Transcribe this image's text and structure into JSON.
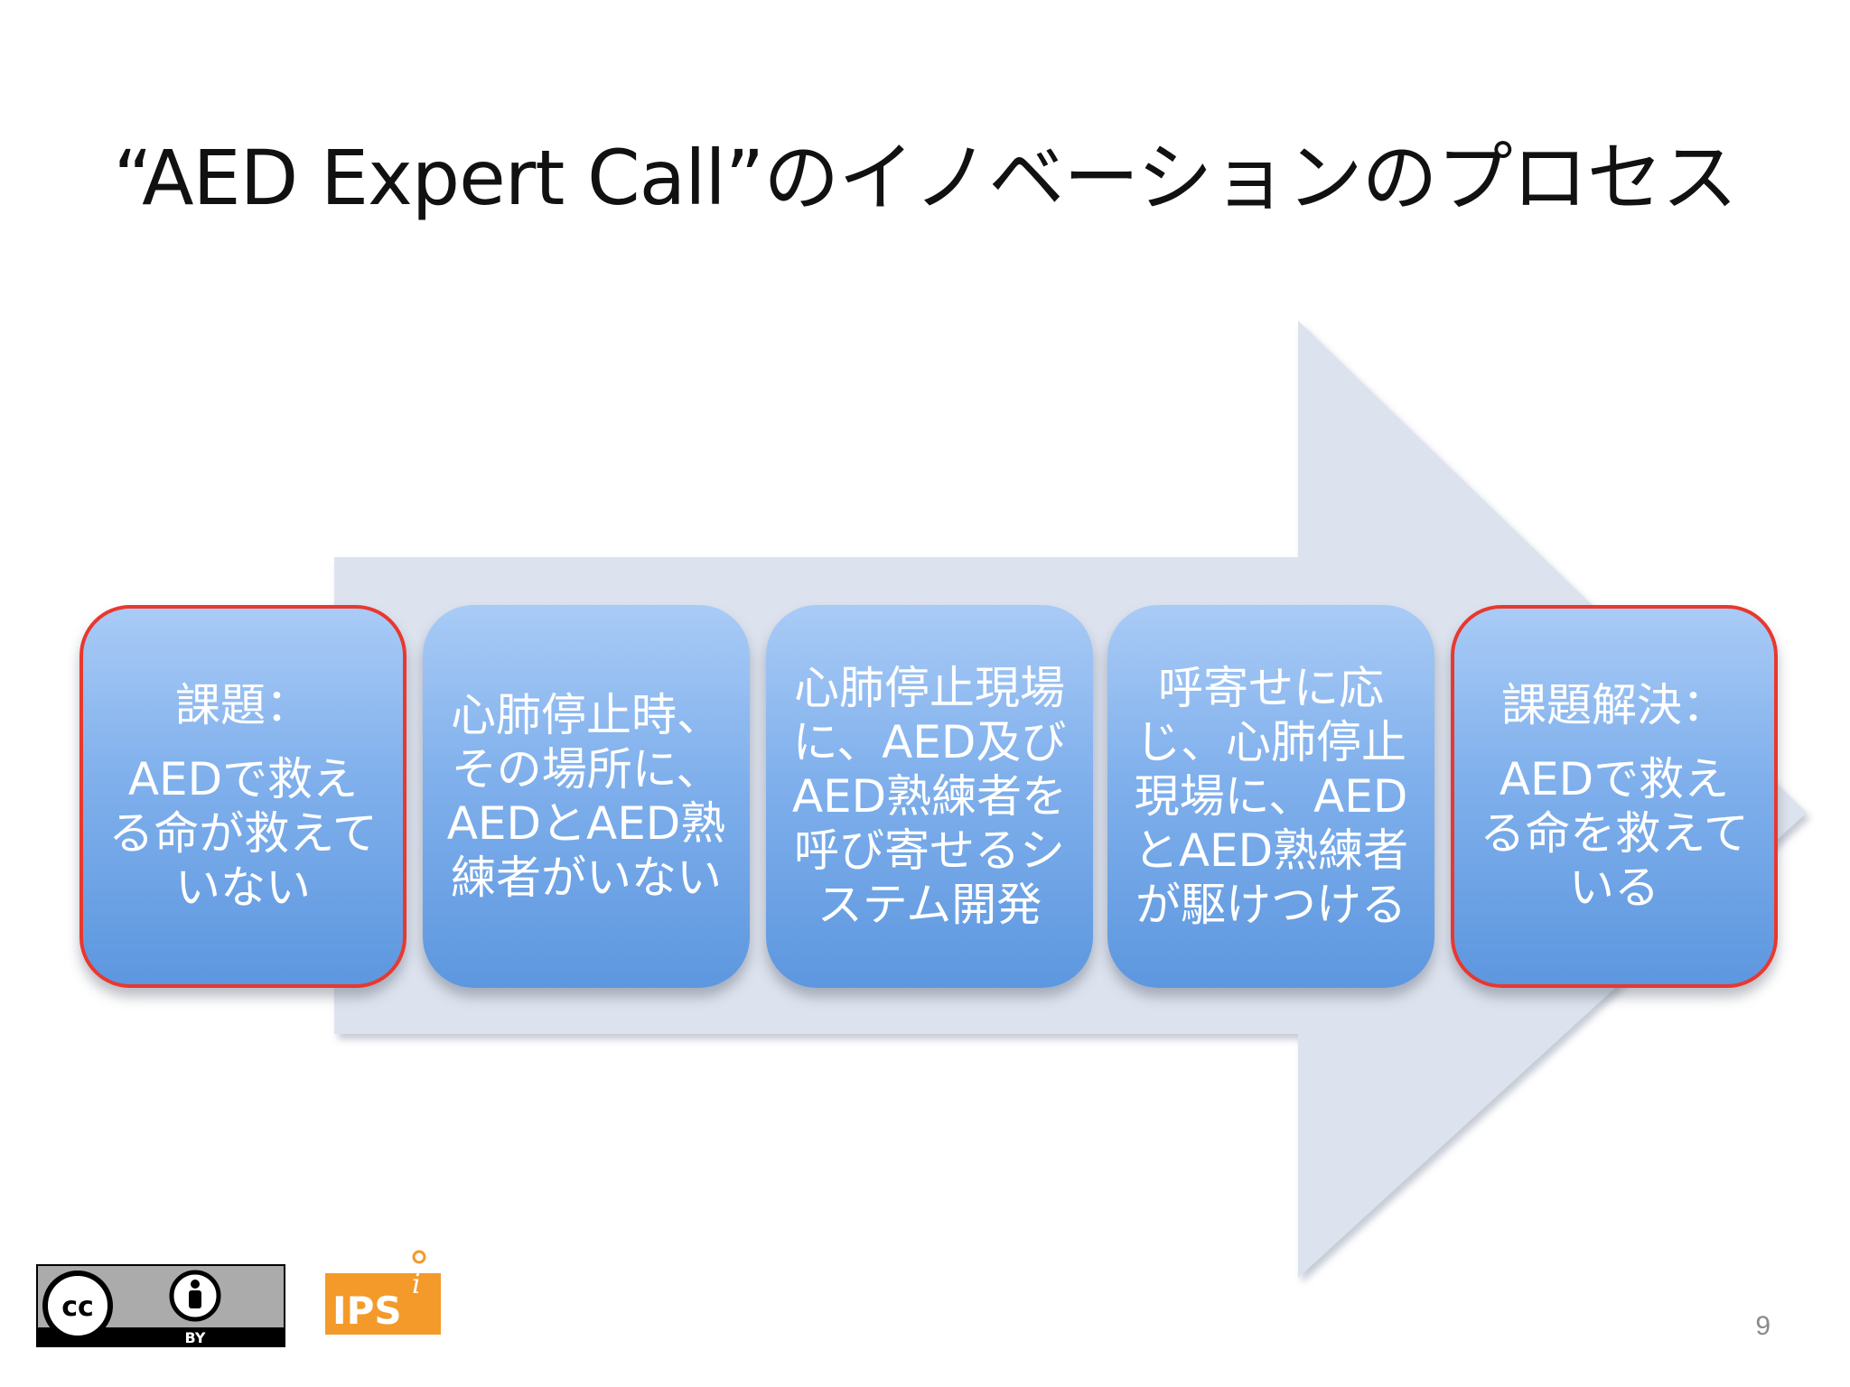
{
  "slide": {
    "title": "“AED Expert Call”のイノベーションのプロセス",
    "page_number": "9"
  },
  "process": {
    "steps": [
      {
        "heading": "課題：",
        "text": "AEDで救える命が救えていない",
        "highlighted": true
      },
      {
        "heading": "",
        "text": "心肺停止時、その場所に、AEDとAED熟練者がいない",
        "highlighted": false
      },
      {
        "heading": "",
        "text": "心肺停止現場に、AED及びAED熟練者を呼び寄せるシステム開発",
        "highlighted": false
      },
      {
        "heading": "",
        "text": "呼寄せに応じ、心肺停止現場に、AEDとAED熟練者が駆けつける",
        "highlighted": false
      },
      {
        "heading": "課題解決：",
        "text": "AEDで救える命を救えている",
        "highlighted": true
      }
    ]
  },
  "footer": {
    "license_badge": "BY",
    "logo_text": "IPS",
    "logo_mark": "i"
  },
  "colors": {
    "arrow": "#dde3ee",
    "box_top": "#a9cbf6",
    "box_bottom": "#5d97df",
    "highlight_border": "#e8382f",
    "logo_orange": "#f39a2a"
  }
}
